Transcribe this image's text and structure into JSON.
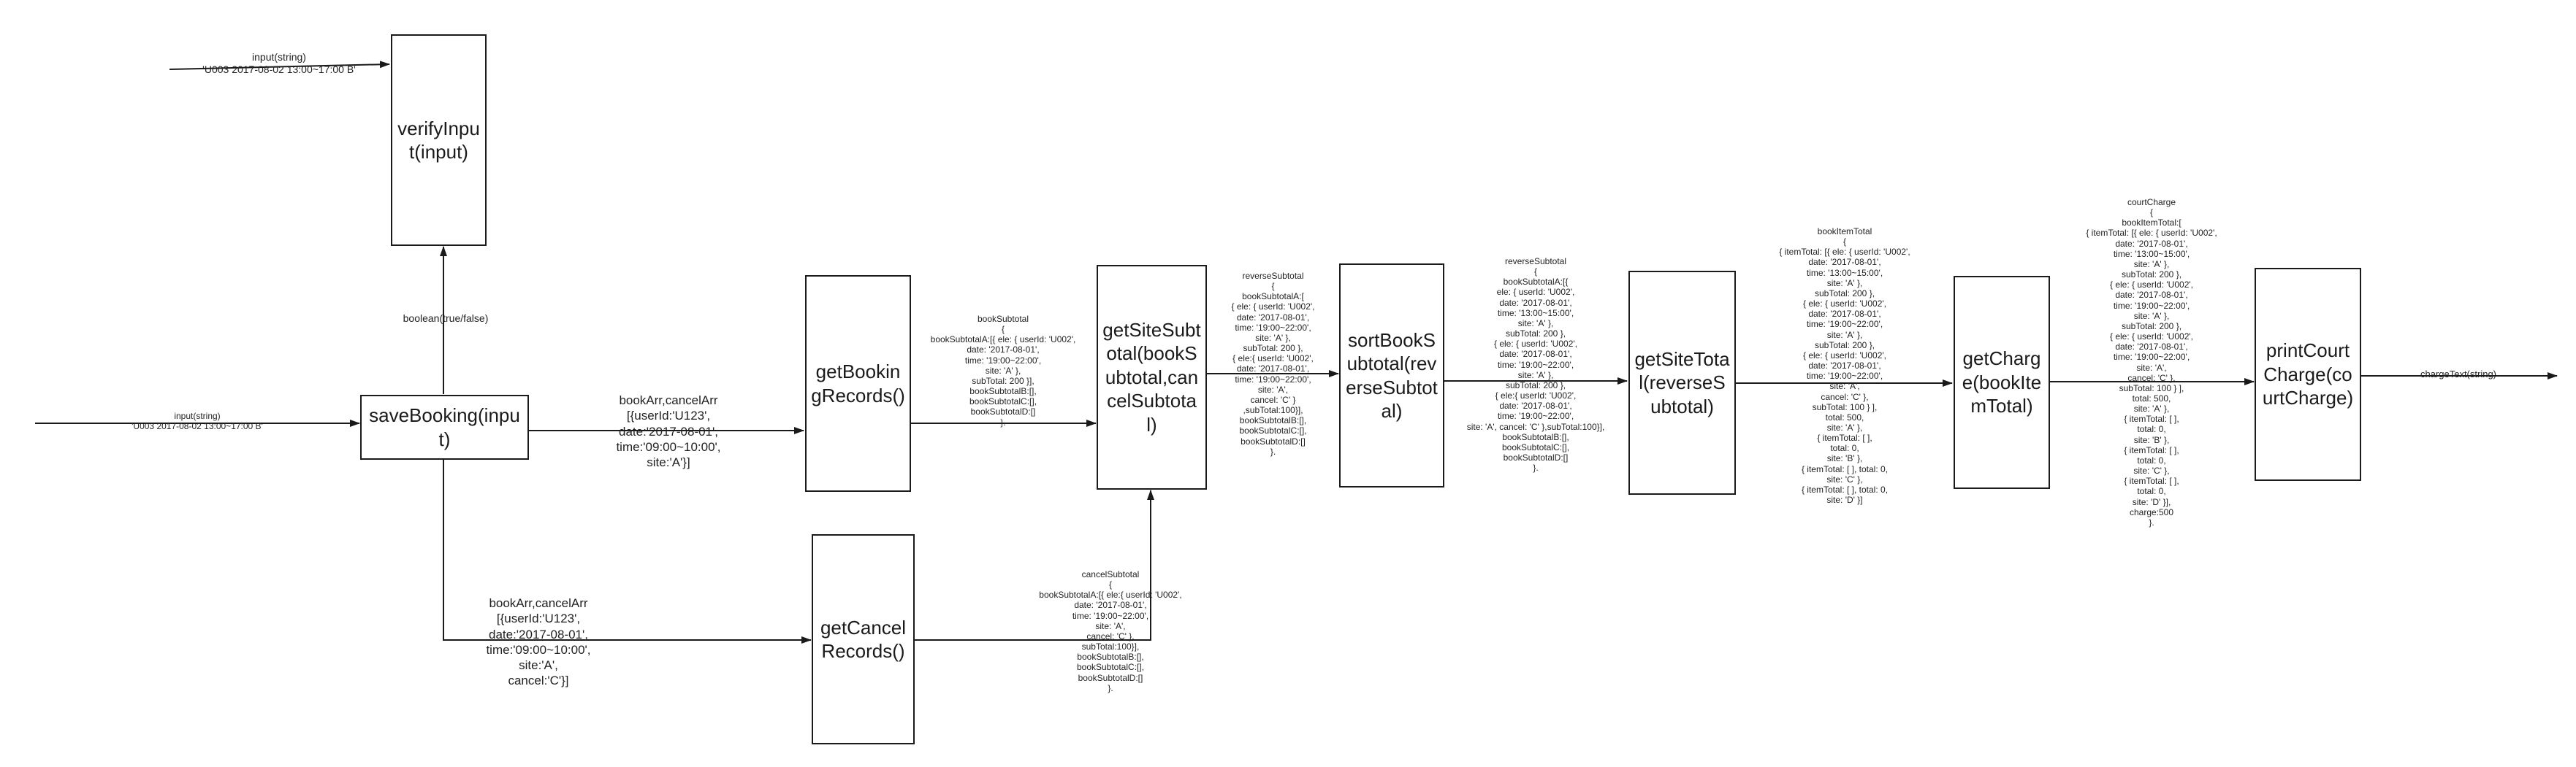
{
  "nodes": {
    "verify": "verifyInput(input)",
    "save": "saveBooking(input)",
    "getBookingRecords": "getBookingRecords()",
    "getCancelRecords": "getCancelRecords()",
    "getSiteSubtotal": "getSiteSubtotal(bookSubtotal,cancelSubtotal)",
    "sortBookSubtotal": "sortBookSubtotal(reverseSubtotal)",
    "getSiteTotal": "getSiteTotal(reverseSubtotal)",
    "getCharge": "getCharge(bookItemTotal)",
    "printCourtCharge": "printCourtCharge(courtCharge)"
  },
  "labels": {
    "input_top": "input(string)\n'U003 2017-08-02 13:00~17:00 B'",
    "input_left": "input(string)\n'U003 2017-08-02 13:00~17:00 B'",
    "boolean": "boolean(true/false)",
    "bookarr_top": "bookArr,cancelArr\n[{userId:'U123',\ndate:'2017-08-01',\ntime:'09:00~10:00',\nsite:'A'}]",
    "bookarr_bottom": "bookArr,cancelArr\n[{userId:'U123',\ndate:'2017-08-01',\ntime:'09:00~10:00',\nsite:'A',\ncancel:'C'}]",
    "bookSubtotal": "bookSubtotal\n{\nbookSubtotalA:[{ ele: { userId: 'U002',\ndate: '2017-08-01',\ntime: '19:00~22:00',\nsite: 'A' },\nsubTotal: 200 }],\nbookSubtotalB:[],\nbookSubtotalC:[],\nbookSubtotalD:[]\n}.",
    "cancelSubtotal": "cancelSubtotal\n{\nbookSubtotalA:[{ ele:{ userId: 'U002',\ndate: '2017-08-01',\ntime: '19:00~22:00',\nsite: 'A',\ncancel: 'C' },\nsubTotal:100}],\nbookSubtotalB:[],\nbookSubtotalC:[],\nbookSubtotalD:[]\n}.",
    "reverseSubtotal1": "reverseSubtotal\n{\nbookSubtotalA:[\n{ ele: { userId: 'U002',\ndate: '2017-08-01',\ntime: '19:00~22:00',\nsite: 'A' },\nsubTotal: 200 },\n{ ele:{ userId: 'U002',\ndate: '2017-08-01',\ntime: '19:00~22:00',\nsite: 'A',\ncancel: 'C' }\n,subTotal:100}],\nbookSubtotalB:[],\nbookSubtotalC:[],\nbookSubtotalD:[]\n}.",
    "reverseSubtotal2": "reverseSubtotal\n{\nbookSubtotalA:[{\nele: { userId: 'U002',\ndate: '2017-08-01',\ntime: '13:00~15:00',\nsite: 'A' },\nsubTotal: 200 },\n{ ele: { userId: 'U002',\ndate: '2017-08-01',\ntime: '19:00~22:00',\nsite: 'A' },\nsubTotal: 200 },\n{ ele:{ userId: 'U002',\ndate: '2017-08-01',\ntime: '19:00~22:00',\nsite: 'A', cancel: 'C' },subTotal:100}],\nbookSubtotalB:[],\nbookSubtotalC:[],\nbookSubtotalD:[]\n}.",
    "bookItemTotal": "bookItemTotal\n{\n{ itemTotal: [{ ele: { userId: 'U002',\ndate: '2017-08-01',\ntime: '13:00~15:00',\nsite: 'A' },\nsubTotal: 200 },\n{ ele: { userId: 'U002',\ndate: '2017-08-01',\ntime: '19:00~22:00',\nsite: 'A' },\nsubTotal: 200 },\n{ ele: { userId: 'U002',\ndate: '2017-08-01',\ntime: '19:00~22:00',\nsite: 'A',\ncancel: 'C' },\nsubTotal: 100 } ],\ntotal: 500,\nsite: 'A' },\n{ itemTotal: [ ],\ntotal: 0,\nsite: 'B' },\n{ itemTotal: [ ], total: 0,\nsite: 'C' },\n{ itemTotal: [ ], total: 0,\nsite: 'D' }]",
    "courtCharge": "courtCharge\n{\nbookItemTotal:[\n{ itemTotal: [{ ele: { userId: 'U002',\ndate: '2017-08-01',\ntime: '13:00~15:00',\nsite: 'A' },\nsubTotal: 200 },\n{ ele: { userId: 'U002',\ndate: '2017-08-01',\ntime: '19:00~22:00',\nsite: 'A' },\nsubTotal: 200 },\n{ ele: { userId: 'U002',\ndate: '2017-08-01',\ntime: '19:00~22:00',\nsite: 'A',\ncancel: 'C' },\nsubTotal: 100 } ],\ntotal: 500,\nsite: 'A' },\n{ itemTotal: [ ],\ntotal: 0,\nsite: 'B' },\n{ itemTotal: [ ],\ntotal: 0,\nsite: 'C' },\n{ itemTotal: [ ],\ntotal: 0,\nsite: 'D' }],\ncharge:500\n}.",
    "chargeText": "chargeText(string)"
  },
  "colors": {
    "stroke": "#1a1a1a",
    "background": "#ffffff"
  }
}
